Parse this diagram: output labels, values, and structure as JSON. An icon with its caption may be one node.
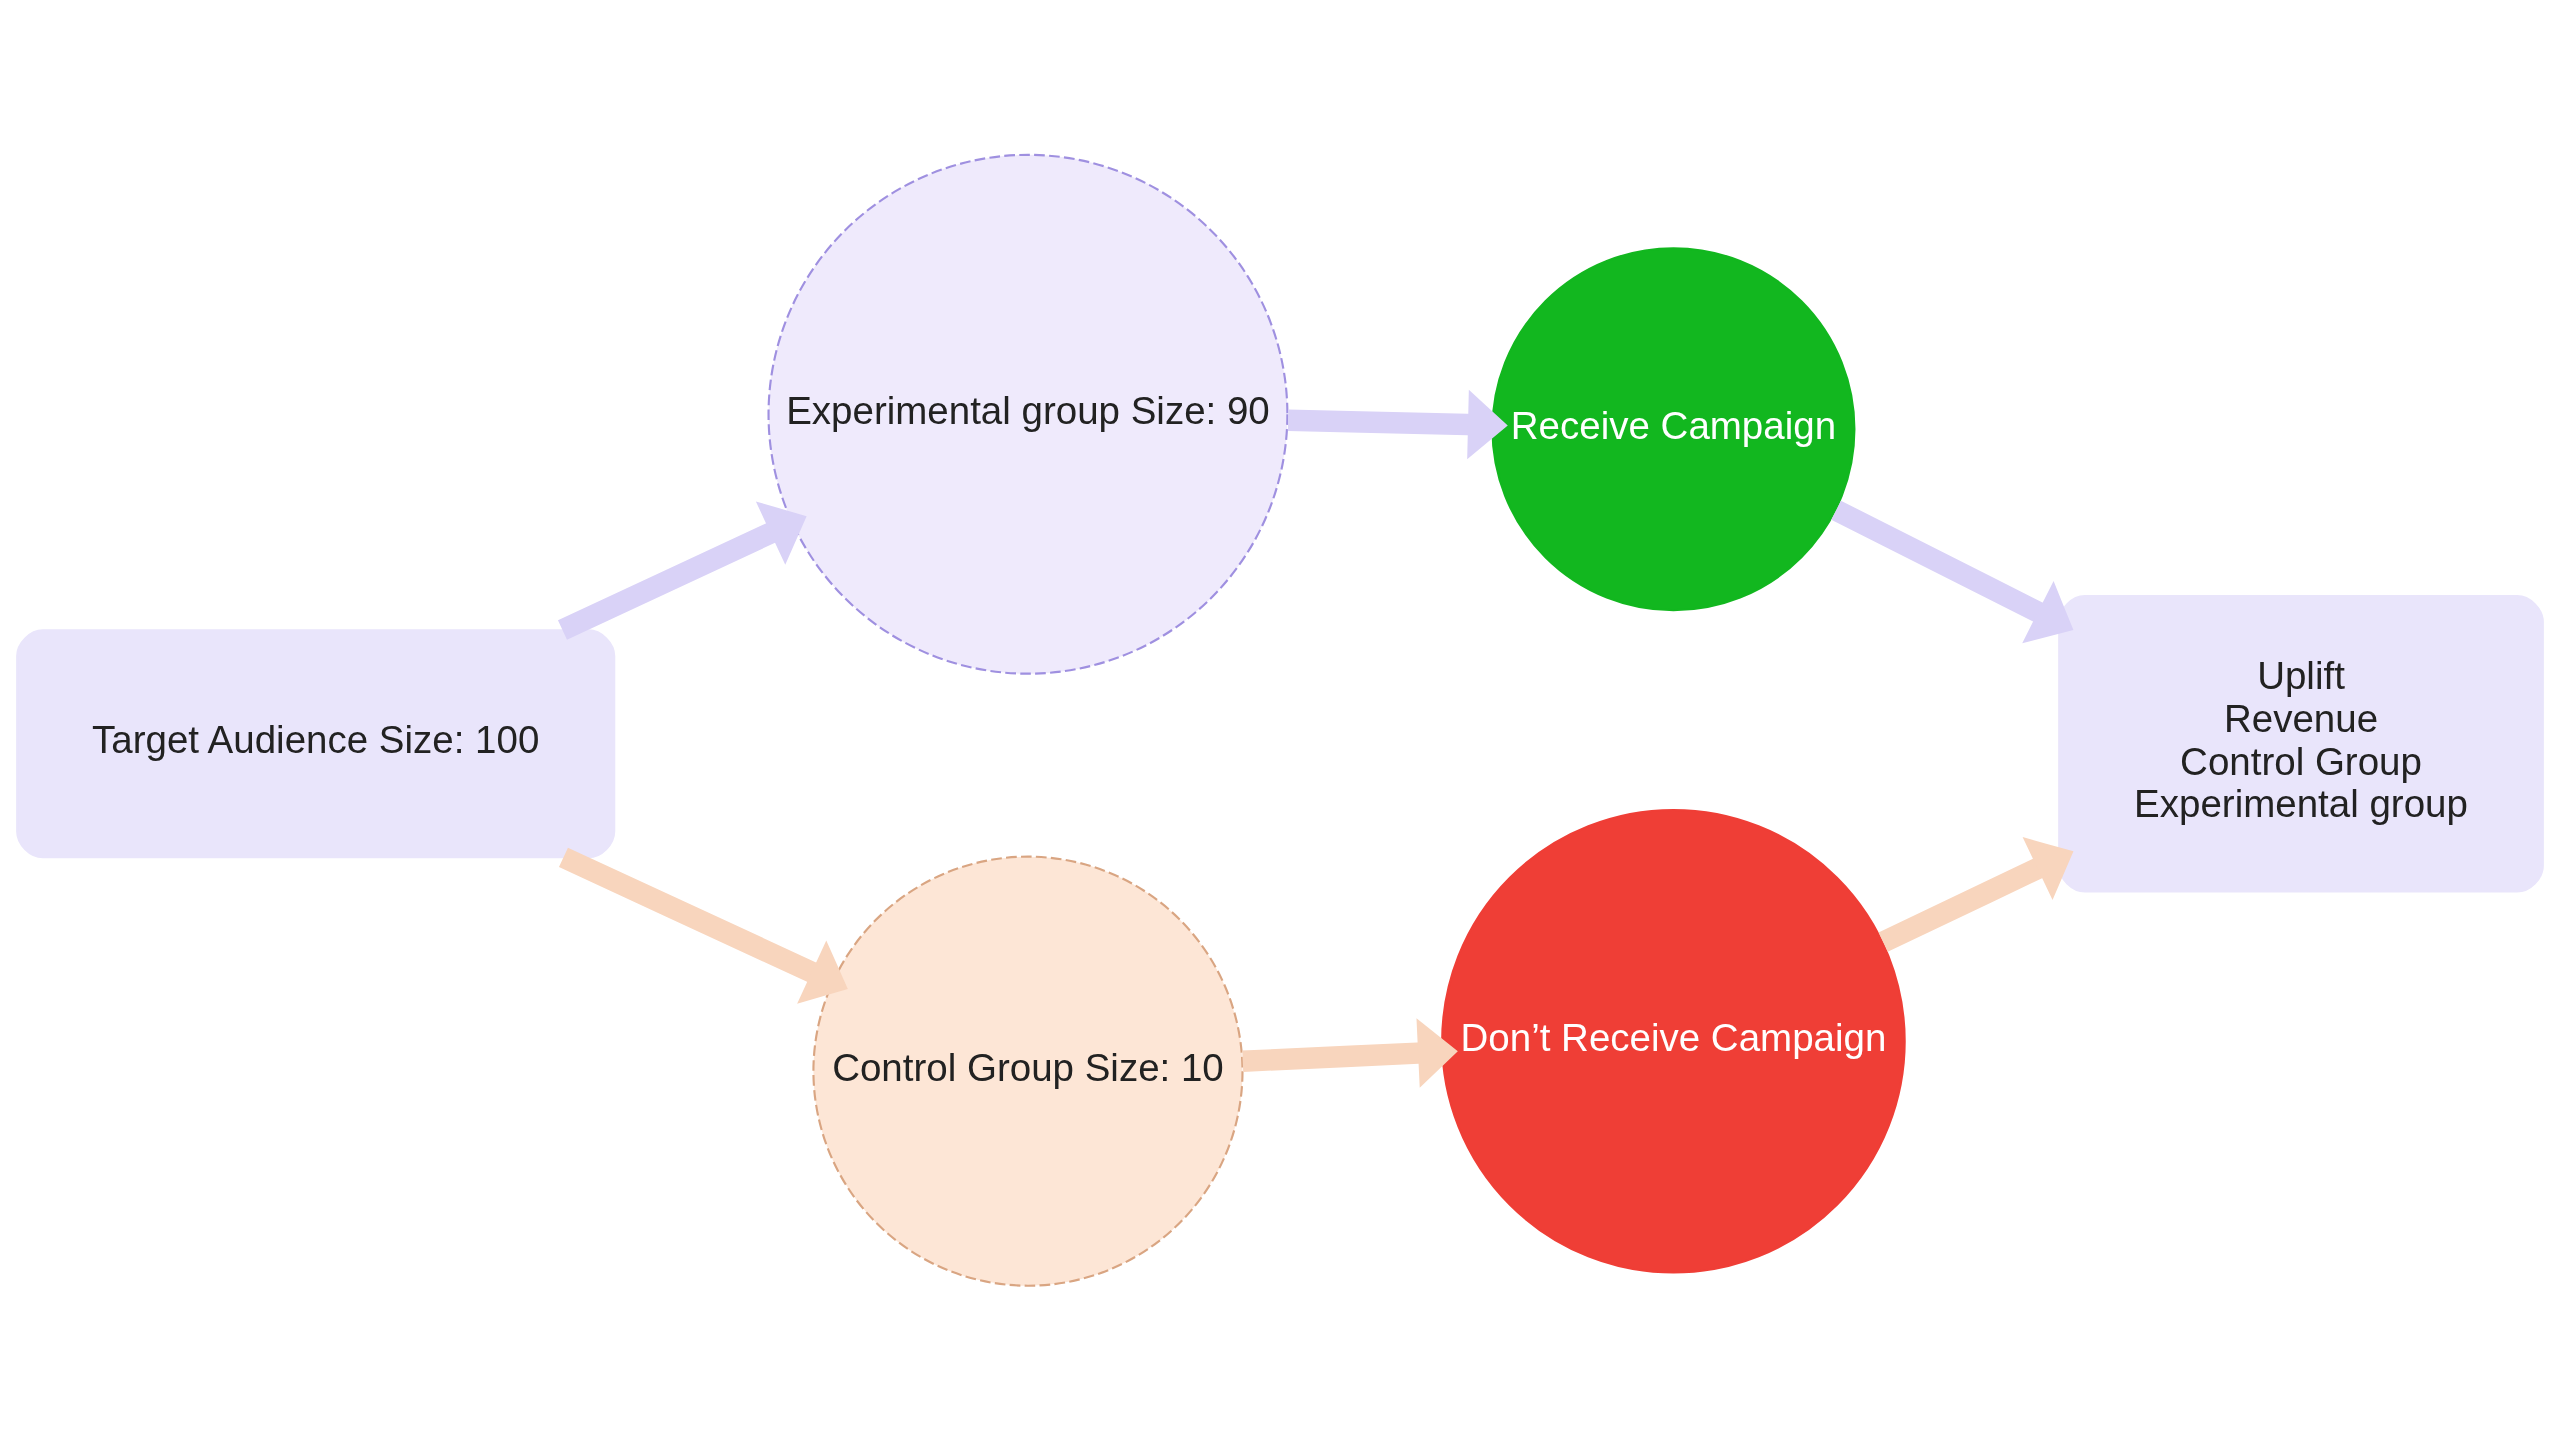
{
  "diagram": {
    "nodes": [
      {
        "text": [
          "Target Audience Size: 100"
        ]
      },
      {
        "text": [
          "Experimental group Size: 90"
        ]
      },
      {
        "text": [
          "Receive Campaign"
        ]
      },
      {
        "text": [
          "Control Group Size: 10"
        ]
      },
      {
        "text": [
          "Don’t Receive Campaign"
        ]
      },
      {
        "text": [
          "Uplift",
          "Revenue",
          "Control Group",
          "Experimental group"
        ]
      }
    ],
    "edges": [
      {
        "from": 0,
        "to": 1,
        "arrow": "to",
        "color": "#d9d2f7"
      },
      {
        "from": 1,
        "to": 2,
        "arrow": "to",
        "color": "#d9d2f7"
      },
      {
        "from": 2,
        "to": 5,
        "arrow": "to",
        "color": "#d9d2f7"
      },
      {
        "from": 0,
        "to": 3,
        "arrow": "to",
        "color": "#f8d5bd"
      },
      {
        "from": 3,
        "to": 4,
        "arrow": "to",
        "color": "#f8d5bd"
      },
      {
        "from": 4,
        "to": 5,
        "arrow": "to",
        "color": "#f8d5bd"
      }
    ]
  }
}
